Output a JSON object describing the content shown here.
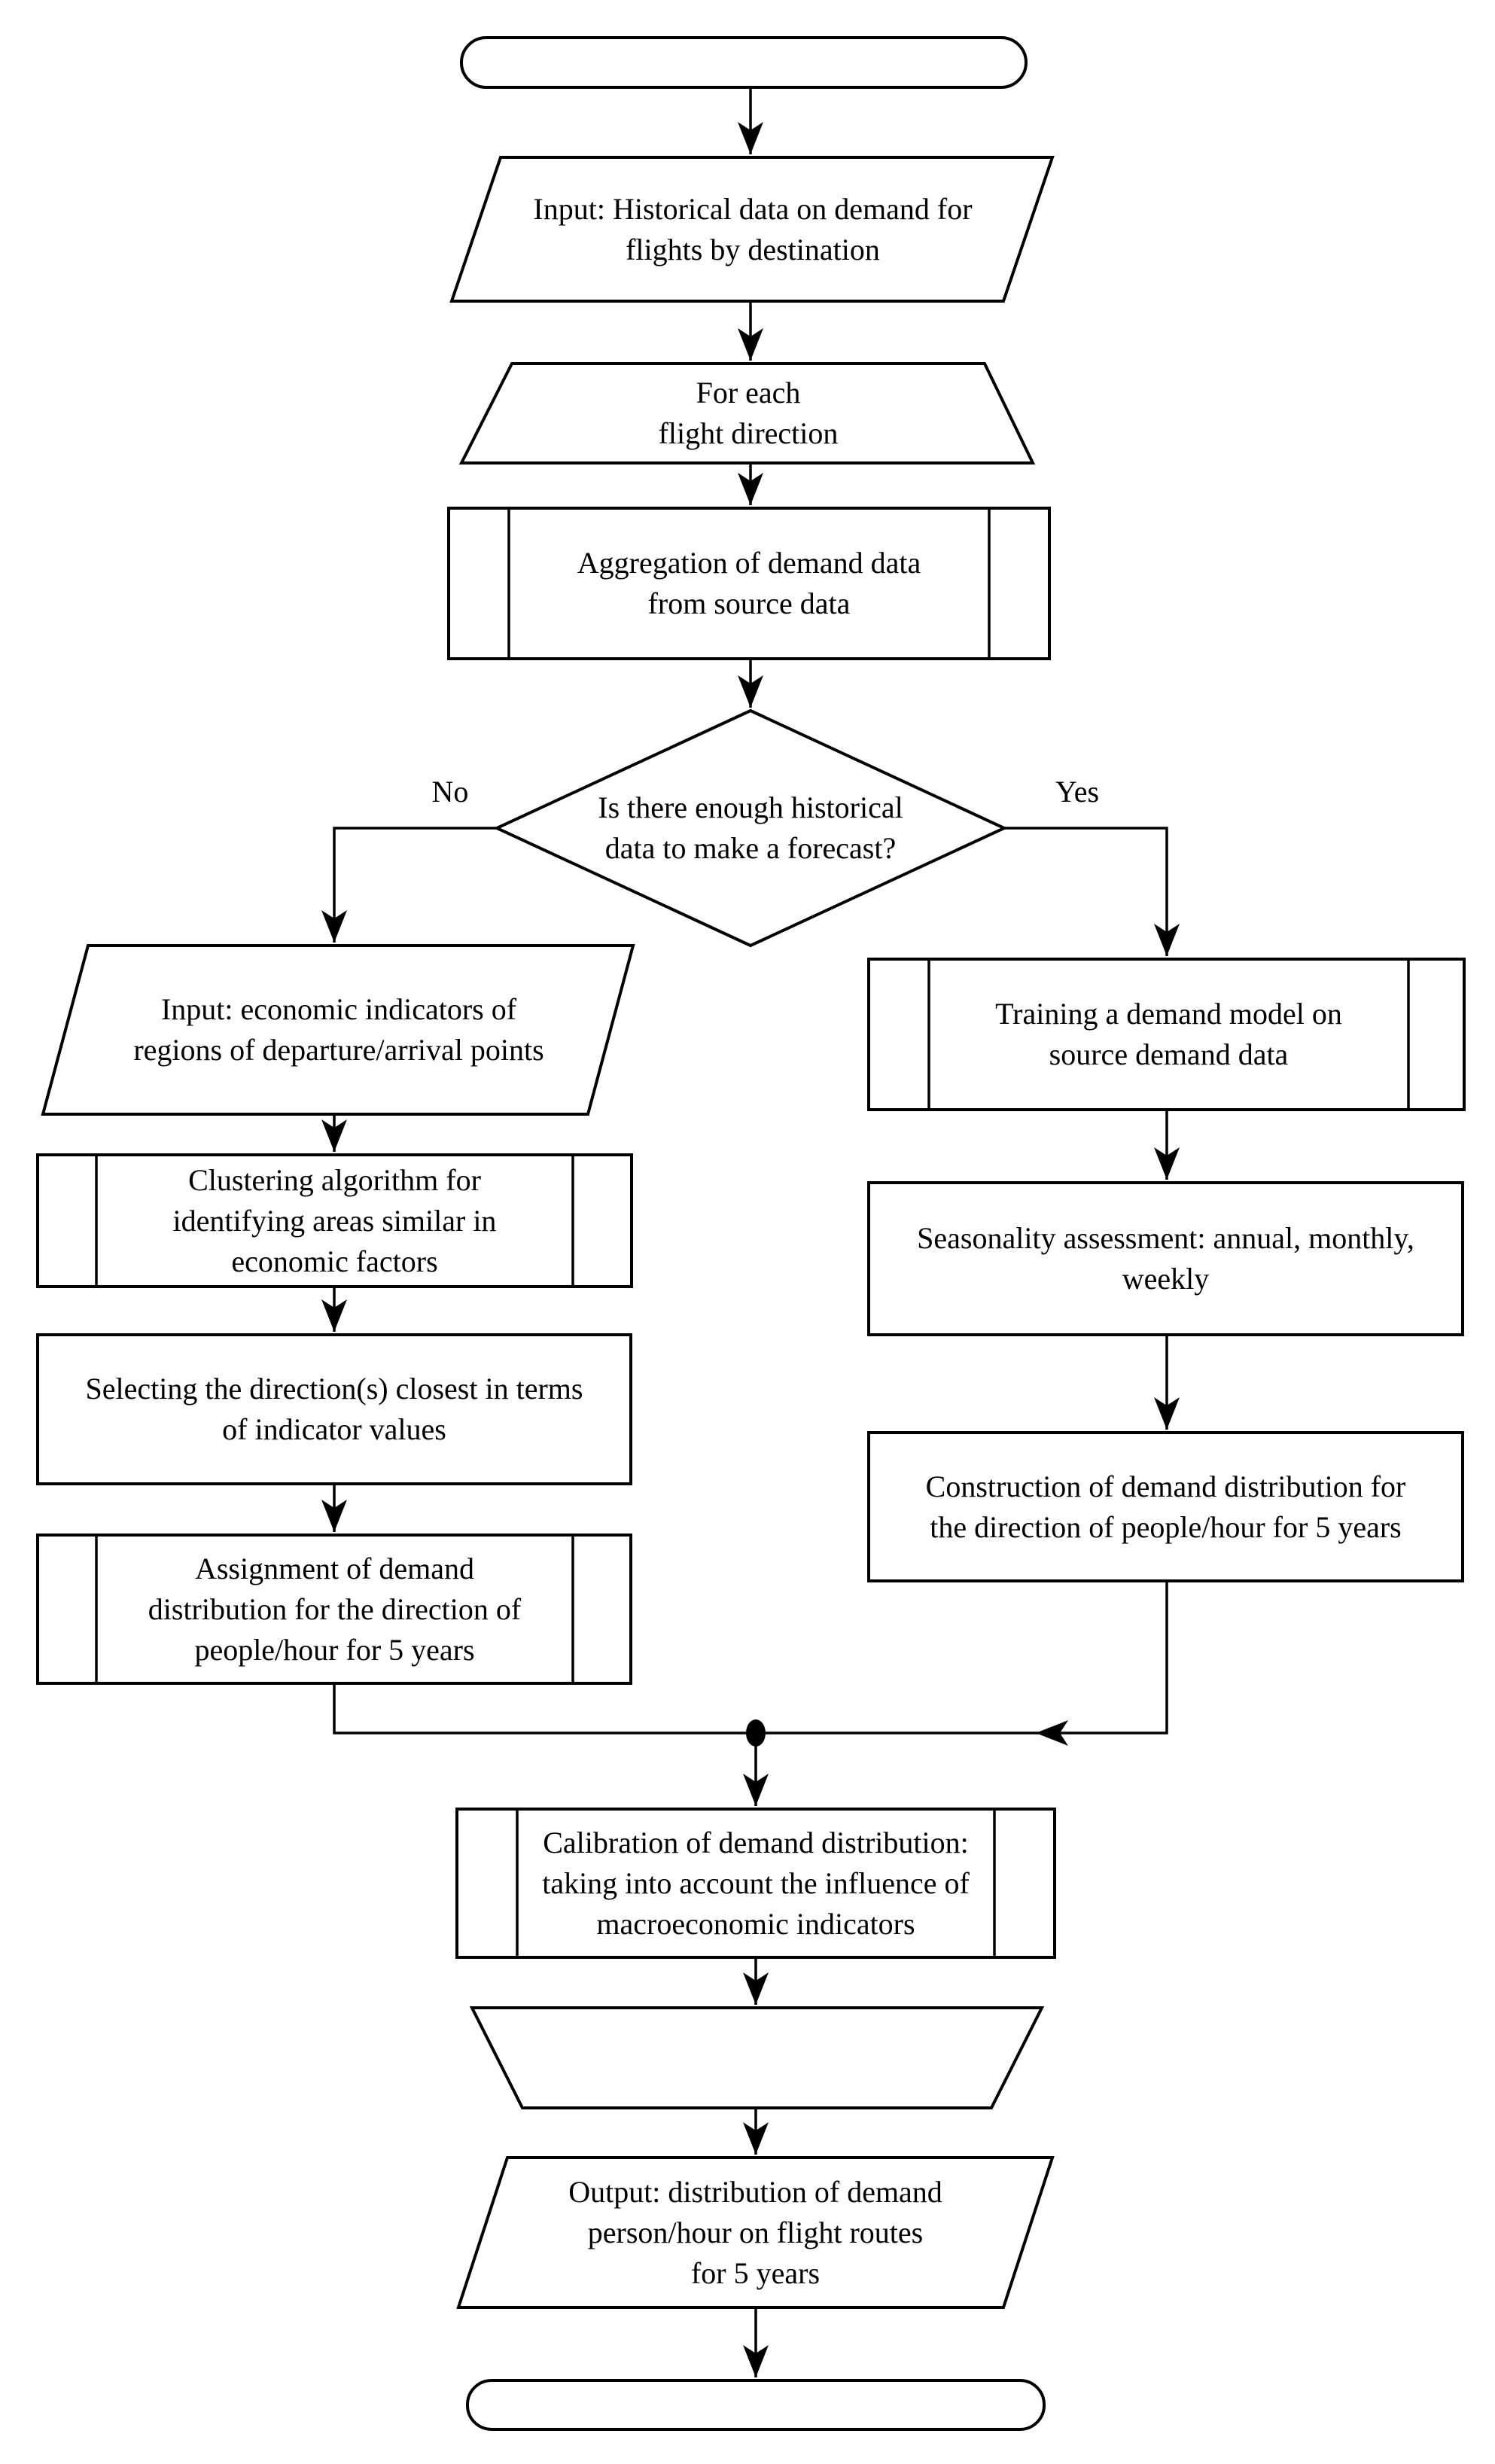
{
  "diagram": {
    "type": "flowchart",
    "background_color": "#ffffff",
    "stroke_color": "#000000",
    "fill_color": "#ffffff",
    "text_color": "#000000",
    "nodes": {
      "start_terminator": {
        "type": "terminator",
        "label": ""
      },
      "input_historical": {
        "type": "input-output",
        "label": "Input: Historical data on demand for\nflights by destination"
      },
      "for_each": {
        "type": "loop-limit",
        "label": "For each\nflight direction"
      },
      "aggregation": {
        "type": "predefined-process",
        "label": "Aggregation of demand data\nfrom source data"
      },
      "decision": {
        "type": "decision",
        "label": "Is there enough historical\ndata to make a forecast?"
      },
      "input_economic": {
        "type": "input-output",
        "label": "Input: economic indicators of\nregions of departure/arrival points"
      },
      "clustering": {
        "type": "predefined-process",
        "label": "Clustering algorithm for\nidentifying areas similar in\neconomic factors"
      },
      "selecting": {
        "type": "process",
        "label": "Selecting the direction(s) closest in terms\nof indicator values"
      },
      "assignment": {
        "type": "predefined-process",
        "label": "Assignment of demand\ndistribution for the direction of\npeople/hour for 5 years"
      },
      "training": {
        "type": "predefined-process",
        "label": "Training a demand model on\nsource demand data"
      },
      "seasonality": {
        "type": "process",
        "label": "Seasonality assessment: annual, monthly,\nweekly"
      },
      "construction": {
        "type": "process",
        "label": "Construction of demand distribution for\nthe direction of people/hour for 5 years"
      },
      "calibration": {
        "type": "predefined-process",
        "label": "Calibration of demand distribution:\ntaking into account the influence of\nmacroeconomic indicators"
      },
      "manual_operation": {
        "type": "manual-operation",
        "label": ""
      },
      "output": {
        "type": "input-output",
        "label": "Output: distribution of demand\nperson/hour on flight routes\nfor 5 years"
      },
      "end_terminator": {
        "type": "terminator",
        "label": ""
      }
    },
    "decision_branches": {
      "no": "No",
      "yes": "Yes"
    },
    "edges": [
      {
        "from": "start_terminator",
        "to": "input_historical"
      },
      {
        "from": "input_historical",
        "to": "for_each"
      },
      {
        "from": "for_each",
        "to": "aggregation"
      },
      {
        "from": "aggregation",
        "to": "decision"
      },
      {
        "from": "decision",
        "to": "input_economic",
        "label": "No"
      },
      {
        "from": "decision",
        "to": "training",
        "label": "Yes"
      },
      {
        "from": "input_economic",
        "to": "clustering"
      },
      {
        "from": "clustering",
        "to": "selecting"
      },
      {
        "from": "selecting",
        "to": "assignment"
      },
      {
        "from": "assignment",
        "to": "merge_point"
      },
      {
        "from": "training",
        "to": "seasonality"
      },
      {
        "from": "seasonality",
        "to": "construction"
      },
      {
        "from": "construction",
        "to": "merge_point"
      },
      {
        "from": "merge_point",
        "to": "calibration"
      },
      {
        "from": "calibration",
        "to": "manual_operation"
      },
      {
        "from": "manual_operation",
        "to": "output"
      },
      {
        "from": "output",
        "to": "end_terminator"
      }
    ]
  }
}
